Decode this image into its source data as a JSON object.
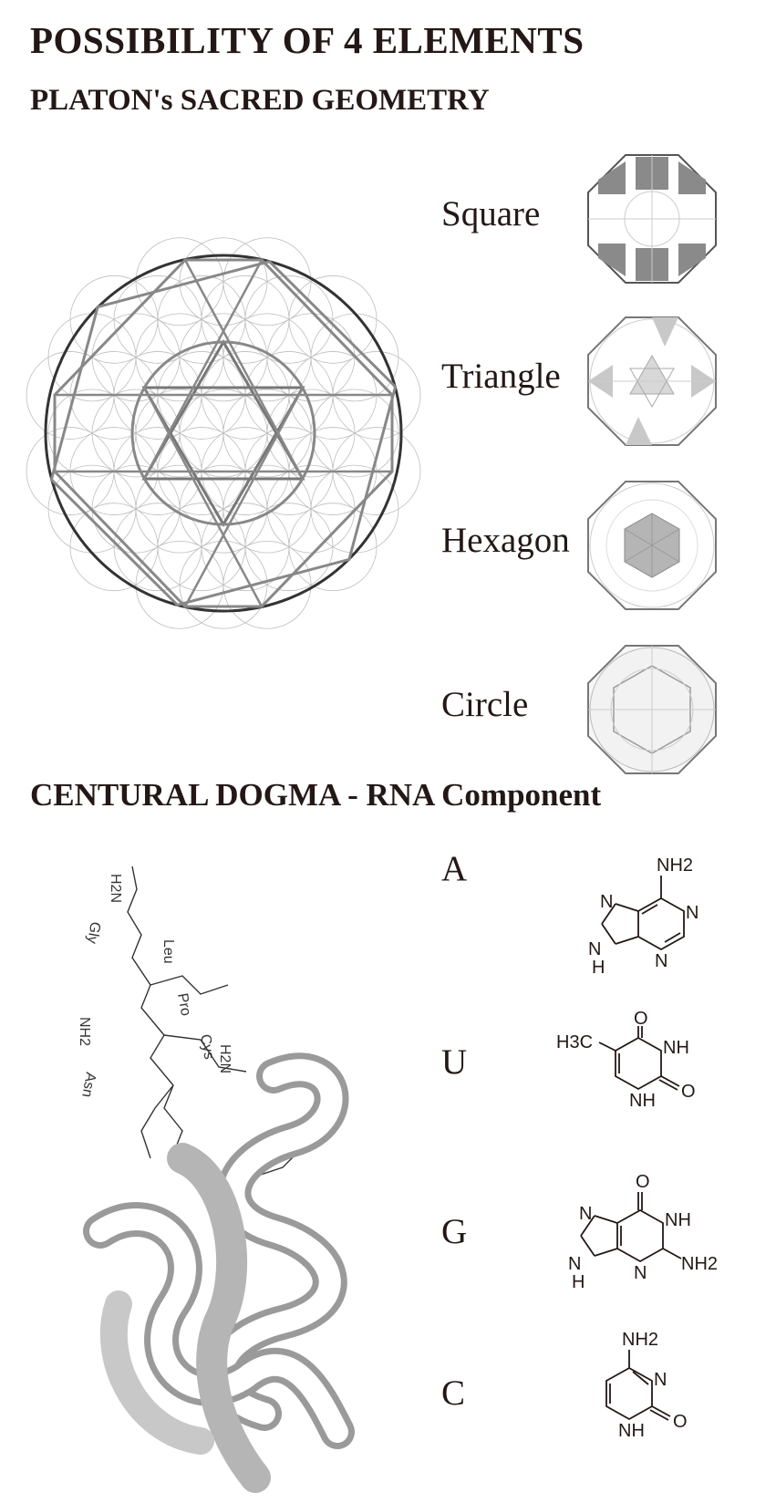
{
  "titles": {
    "main": "POSSIBILITY OF 4 ELEMENTS",
    "platon": "PLATON's SACRED GEOMETRY",
    "dogma": "CENTURAL DOGMA - RNA Component"
  },
  "shapes": [
    {
      "label": "Square"
    },
    {
      "label": "Triangle"
    },
    {
      "label": "Hexagon"
    },
    {
      "label": "Circle"
    }
  ],
  "bases": [
    {
      "letter": "A",
      "atoms": {
        "nh2": "NH2",
        "n1": "N",
        "n3": "N",
        "n7": "N",
        "nh9": "H"
      }
    },
    {
      "letter": "U",
      "atoms": {
        "o4": "O",
        "h3c": "H3C",
        "nh3": "NH",
        "nh1": "NH",
        "o2": "O"
      }
    },
    {
      "letter": "G",
      "atoms": {
        "o6": "O",
        "n7": "N",
        "nh1": "NH",
        "n3": "N",
        "nh9": "H",
        "nh2": "NH2"
      }
    },
    {
      "letter": "C",
      "atoms": {
        "nh2": "NH2",
        "n3": "N",
        "nh1": "NH",
        "o2": "O"
      }
    }
  ],
  "peptide_labels": [
    "H2N",
    "Gly",
    "Leu",
    "Pro",
    "Cys",
    "H2N",
    "Asn",
    "NH2"
  ]
}
